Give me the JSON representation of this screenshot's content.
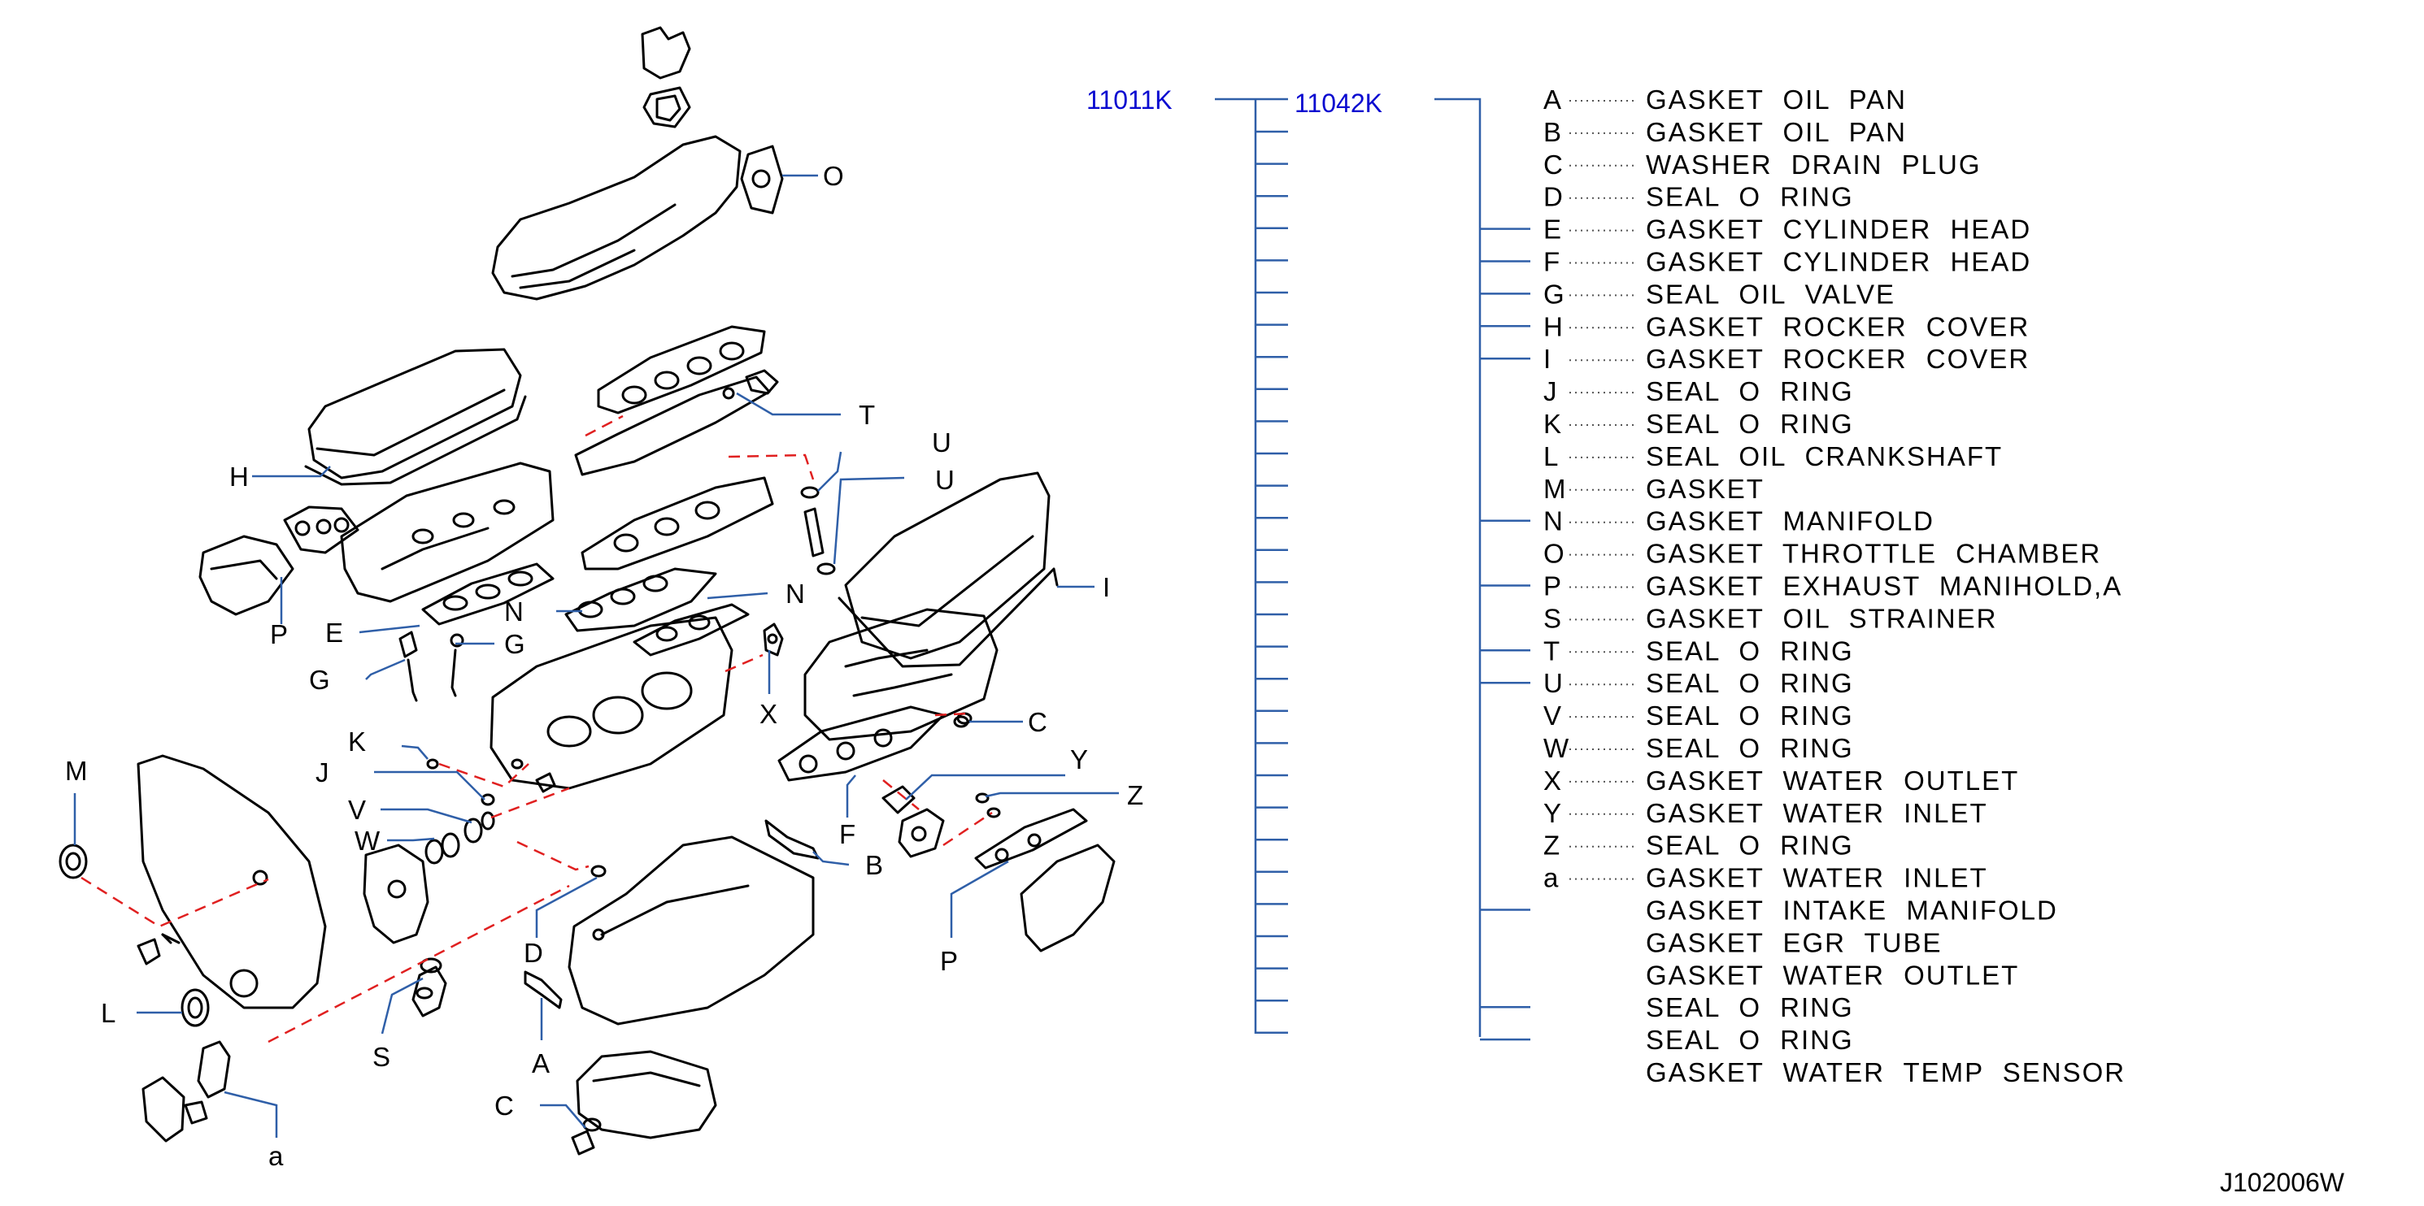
{
  "assemblies": {
    "parent_code": "11011K",
    "child_code": "11042K"
  },
  "callouts": [
    {
      "id": "O",
      "text": "O"
    },
    {
      "id": "T",
      "text": "T"
    },
    {
      "id": "U1",
      "text": "U"
    },
    {
      "id": "U2",
      "text": "U"
    },
    {
      "id": "H",
      "text": "H"
    },
    {
      "id": "I",
      "text": "I"
    },
    {
      "id": "P1",
      "text": "P"
    },
    {
      "id": "E",
      "text": "E"
    },
    {
      "id": "N1",
      "text": "N"
    },
    {
      "id": "N2",
      "text": "N"
    },
    {
      "id": "G1",
      "text": "G"
    },
    {
      "id": "G2",
      "text": "G"
    },
    {
      "id": "X",
      "text": "X"
    },
    {
      "id": "C1",
      "text": "C"
    },
    {
      "id": "K",
      "text": "K"
    },
    {
      "id": "J",
      "text": "J"
    },
    {
      "id": "Y",
      "text": "Y"
    },
    {
      "id": "M",
      "text": "M"
    },
    {
      "id": "V",
      "text": "V"
    },
    {
      "id": "W",
      "text": "W"
    },
    {
      "id": "Z",
      "text": "Z"
    },
    {
      "id": "F",
      "text": "F"
    },
    {
      "id": "B",
      "text": "B"
    },
    {
      "id": "D",
      "text": "D"
    },
    {
      "id": "P2",
      "text": "P"
    },
    {
      "id": "L",
      "text": "L"
    },
    {
      "id": "S",
      "text": "S"
    },
    {
      "id": "A",
      "text": "A"
    },
    {
      "id": "C2",
      "text": "C"
    },
    {
      "id": "a",
      "text": "a"
    }
  ],
  "parts": [
    {
      "letter": "A",
      "description": "GASKET OIL PAN"
    },
    {
      "letter": "B",
      "description": "GASKET OIL PAN"
    },
    {
      "letter": "C",
      "description": "WASHER DRAIN PLUG"
    },
    {
      "letter": "D",
      "description": "SEAL O RING"
    },
    {
      "letter": "E",
      "description": "GASKET CYLINDER HEAD"
    },
    {
      "letter": "F",
      "description": "GASKET CYLINDER HEAD"
    },
    {
      "letter": "G",
      "description": "SEAL OIL VALVE"
    },
    {
      "letter": "H",
      "description": "GASKET ROCKER COVER"
    },
    {
      "letter": "I",
      "description": "GASKET ROCKER COVER"
    },
    {
      "letter": "J",
      "description": "SEAL O RING"
    },
    {
      "letter": "K",
      "description": "SEAL O RING"
    },
    {
      "letter": "L",
      "description": "SEAL OIL CRANKSHAFT"
    },
    {
      "letter": "M",
      "description": "GASKET"
    },
    {
      "letter": "N",
      "description": "GASKET MANIFOLD"
    },
    {
      "letter": "O",
      "description": "GASKET THROTTLE CHAMBER"
    },
    {
      "letter": "P",
      "description": "GASKET EXHAUST MANIHOLD,A"
    },
    {
      "letter": "S",
      "description": "GASKET OIL STRAINER"
    },
    {
      "letter": "T",
      "description": "SEAL O RING"
    },
    {
      "letter": "U",
      "description": "SEAL O RING"
    },
    {
      "letter": "V",
      "description": "SEAL O RING"
    },
    {
      "letter": "W",
      "description": "SEAL O RING"
    },
    {
      "letter": "X",
      "description": "GASKET WATER OUTLET"
    },
    {
      "letter": "Y",
      "description": "GASKET WATER INLET"
    },
    {
      "letter": "Z",
      "description": "SEAL O RING"
    },
    {
      "letter": "a",
      "description": "GASKET WATER INLET"
    },
    {
      "letter": "",
      "description": "GASKET INTAKE MANIFOLD"
    },
    {
      "letter": "",
      "description": "GASKET EGR TUBE"
    },
    {
      "letter": "",
      "description": "GASKET WATER OUTLET"
    },
    {
      "letter": "",
      "description": "SEAL O RING"
    },
    {
      "letter": "",
      "description": "SEAL O RING"
    },
    {
      "letter": "",
      "description": "GASKET WATER TEMP SENSOR"
    }
  ],
  "diagram_id": "J102006W",
  "colors": {
    "code_blue": "#0a0ad0",
    "leader_blue": "#2f5fa8",
    "dash_red": "#e02020"
  }
}
